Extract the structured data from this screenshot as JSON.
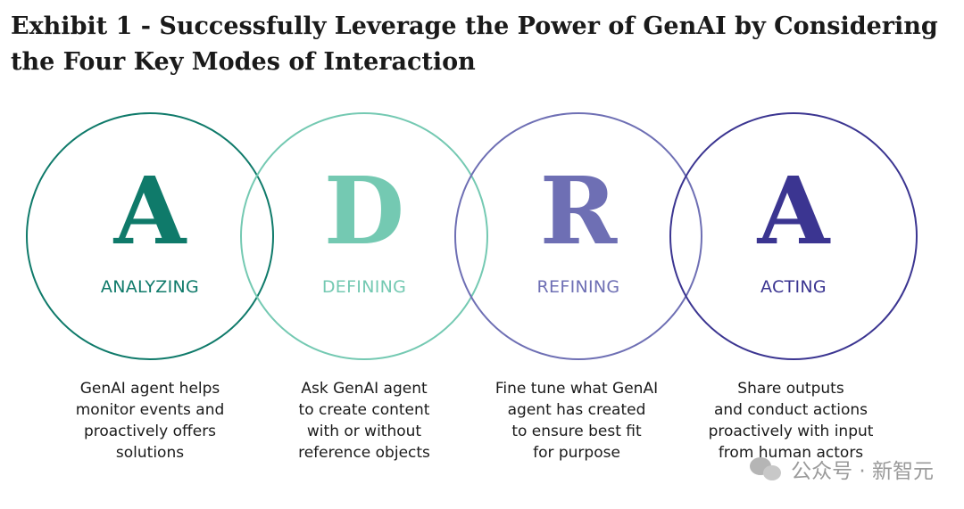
{
  "title": {
    "line1": "Exhibit 1 - Successfully Leverage the Power of GenAI by Considering",
    "line2": "the Four Key Modes of Interaction"
  },
  "modes": [
    {
      "letter": "A",
      "label": "ANALYZING",
      "color": "#0f7a6a",
      "description": [
        "GenAI agent helps",
        "monitor events and",
        "proactively offers",
        "solutions"
      ]
    },
    {
      "letter": "D",
      "label": "DEFINING",
      "color": "#74c9b2",
      "description": [
        "Ask GenAI agent",
        "to create content",
        "with or without",
        "reference objects"
      ]
    },
    {
      "letter": "R",
      "label": "REFINING",
      "color": "#6e6fb4",
      "description": [
        "Fine tune what GenAI",
        "agent has created",
        "to ensure best fit",
        "for purpose"
      ]
    },
    {
      "letter": "A",
      "label": "ACTING",
      "color": "#3b3591",
      "description": [
        "Share outputs",
        "and conduct actions",
        "proactively with input",
        "from human actors"
      ]
    }
  ],
  "watermark": {
    "text": "公众号 · 新智元",
    "icon": "wechat-icon"
  }
}
